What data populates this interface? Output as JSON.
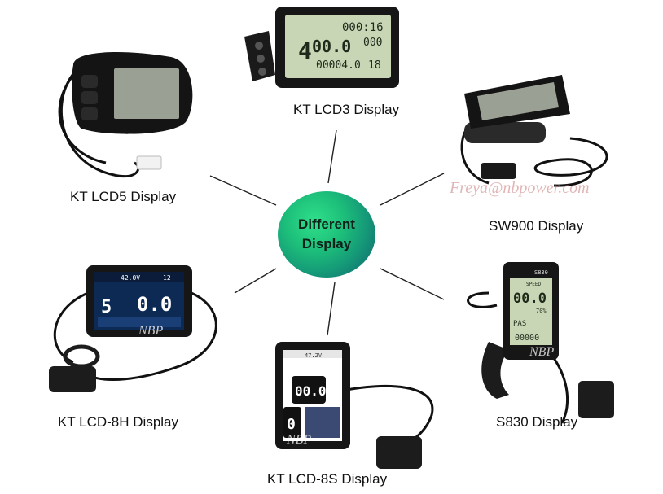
{
  "hub": {
    "line1": "Different",
    "line2": "Display"
  },
  "displays": [
    {
      "id": "kt-lcd3",
      "label": "KT LCD3 Display"
    },
    {
      "id": "kt-lcd5",
      "label": "KT LCD5 Display"
    },
    {
      "id": "sw900",
      "label": "SW900 Display"
    },
    {
      "id": "kt-lcd8h",
      "label": "KT  LCD-8H Display"
    },
    {
      "id": "s830",
      "label": "S830 Display"
    },
    {
      "id": "kt-lcd8s",
      "label": "KT  LCD-8S Display"
    }
  ],
  "screens": {
    "lcd3": {
      "time": "000:16",
      "speed": "00.0",
      "level": "4",
      "odo": "00004.0",
      "temp": "18",
      "small": "000"
    },
    "lcd8h": {
      "voltage": "42.0V",
      "temp": "12",
      "gear": "5",
      "speed": "0.0"
    },
    "lcd8s": {
      "voltage": "47.2V",
      "speed": "00.0",
      "gear": "0"
    },
    "s830": {
      "label": "S830",
      "speed_tag": "SPEED",
      "speed": "00.0",
      "pct": "70%",
      "pas": "PAS",
      "odo": "00000"
    }
  },
  "watermarks": {
    "brand": "NBP",
    "email": "Freya@nbpower.com"
  },
  "colors": {
    "hub_light": "#2fe08a",
    "hub_dark": "#0f5f6e",
    "lcd_green": "#c9d6b5",
    "color_screen_blue": "#0d2a55"
  }
}
